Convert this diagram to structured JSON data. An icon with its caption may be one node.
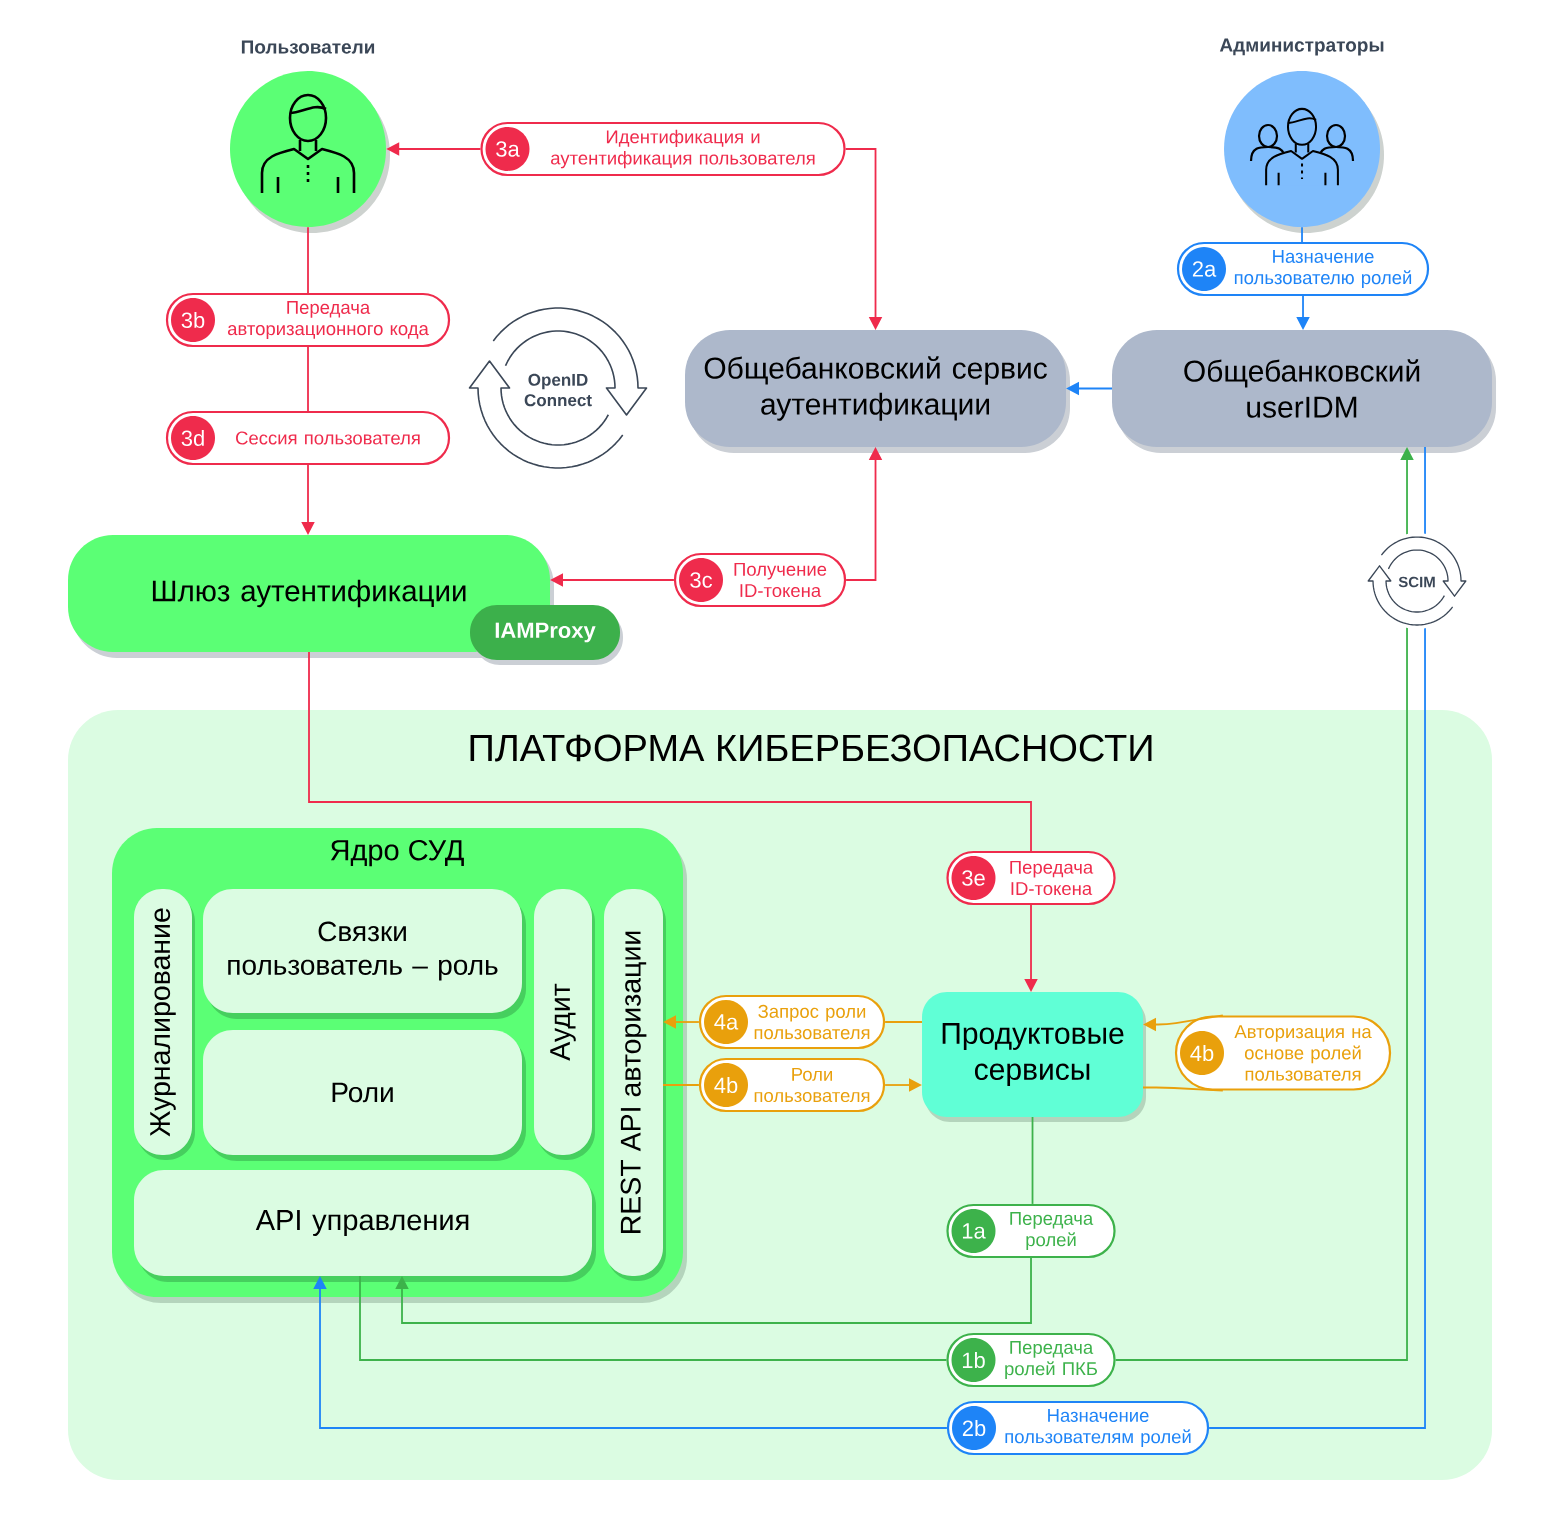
{
  "diagram": {
    "nodes": [
      {
        "text": [
          "Пользователи"
        ]
      },
      {
        "text": [
          "Администраторы"
        ]
      },
      {
        "text": [
          "3a",
          "Идентификация и аутентификация пользователя"
        ]
      },
      {
        "text": [
          "2a",
          "Назначение пользователю ролей"
        ]
      },
      {
        "text": [
          "3b",
          "Передача авторизационного кода"
        ]
      },
      {
        "text": [
          "Общебанковский сервис аутентификации"
        ]
      },
      {
        "text": [
          "Общебанковский userIDM"
        ]
      },
      {
        "text": [
          "3d",
          "Сессия пользователя"
        ]
      },
      {
        "text": [
          "Шлюз аутентификации"
        ]
      },
      {
        "text": [
          "IAMProxy"
        ]
      },
      {
        "text": [
          "3c",
          "Получение ID-токена"
        ]
      },
      {
        "text": [
          "ПЛАТФОРМА КИБЕРБЕЗОПАСНОСТИ"
        ]
      },
      {
        "text": [
          "Ядро СУД"
        ],
        "in": 11
      },
      {
        "text": [
          "Журналирование"
        ],
        "in": 12
      },
      {
        "text": [
          "Связки пользователь – роль"
        ],
        "in": 12
      },
      {
        "text": [
          "Аудит"
        ],
        "in": 12
      },
      {
        "text": [
          "REST API авторизации"
        ],
        "in": 12
      },
      {
        "text": [
          "Роли"
        ],
        "in": 12
      },
      {
        "text": [
          "API управления"
        ],
        "in": 12
      },
      {
        "text": [
          "3e",
          "Передача ID-токена"
        ],
        "in": 11
      },
      {
        "text": [
          "4a",
          "Запрос роли пользователя"
        ],
        "in": 11
      },
      {
        "text": [
          "Продуктовые сервисы"
        ],
        "in": 11
      },
      {
        "text": [
          "4b",
          "Авторизация на основе ролей пользователя"
        ],
        "in": 11
      },
      {
        "text": [
          "4b",
          "Роли пользователя"
        ],
        "in": 11
      },
      {
        "text": [
          "1a",
          "Передача ролей"
        ],
        "in": 11
      },
      {
        "text": [
          "1b",
          "Передача ролей ПКБ"
        ],
        "in": 11
      },
      {
        "text": [
          "2b",
          "Назначение пользователям ролей"
        ],
        "in": 11
      }
    ],
    "edges": [
      {
        "from": 2,
        "to": 0,
        "arrow": "to"
      },
      {
        "from": 2,
        "to": 5,
        "arrow": "to"
      },
      {
        "from": 0,
        "to": 4,
        "arrow": "none"
      },
      {
        "from": 4,
        "to": 7,
        "arrow": "none"
      },
      {
        "from": 7,
        "to": 8,
        "arrow": "to"
      },
      {
        "from": 1,
        "to": 3,
        "arrow": "none",
        "color": "#1e84f7"
      },
      {
        "from": 3,
        "to": 6,
        "arrow": "to",
        "color": "#1e84f7"
      },
      {
        "from": 6,
        "to": 5,
        "arrow": "to",
        "color": "#1e84f7"
      },
      {
        "from": 10,
        "to": 5,
        "arrow": "to"
      },
      {
        "from": 10,
        "to": 8,
        "arrow": "to"
      },
      {
        "from": 8,
        "to": 19,
        "arrow": "none"
      },
      {
        "from": 19,
        "to": 21,
        "arrow": "to"
      },
      {
        "from": 21,
        "to": 20,
        "arrow": "none",
        "color": "#e9a00c"
      },
      {
        "from": 20,
        "to": 16,
        "arrow": "to",
        "color": "#e9a00c"
      },
      {
        "from": 16,
        "to": 23,
        "arrow": "none",
        "color": "#e9a00c"
      },
      {
        "from": 23,
        "to": 21,
        "arrow": "to",
        "color": "#e9a00c"
      },
      {
        "from": 21,
        "to": 22,
        "arrow": "none",
        "color": "#e9a00c"
      },
      {
        "from": 22,
        "to": 21,
        "arrow": "to",
        "color": "#e9a00c"
      },
      {
        "from": 21,
        "to": 24,
        "arrow": "none",
        "color": "#3db24b"
      },
      {
        "from": 24,
        "to": 18,
        "arrow": "to",
        "color": "#3db24b"
      },
      {
        "from": 18,
        "to": 25,
        "arrow": "none",
        "color": "#3db24b"
      },
      {
        "from": 25,
        "to": 6,
        "arrow": "to",
        "color": "#3db24b"
      },
      {
        "from": 6,
        "to": 26,
        "arrow": "none",
        "color": "#1e84f7"
      },
      {
        "from": 26,
        "to": 18,
        "arrow": "to",
        "color": "#1e84f7"
      }
    ],
    "labels": [
      "OpenID Connect",
      "SCIM"
    ]
  }
}
